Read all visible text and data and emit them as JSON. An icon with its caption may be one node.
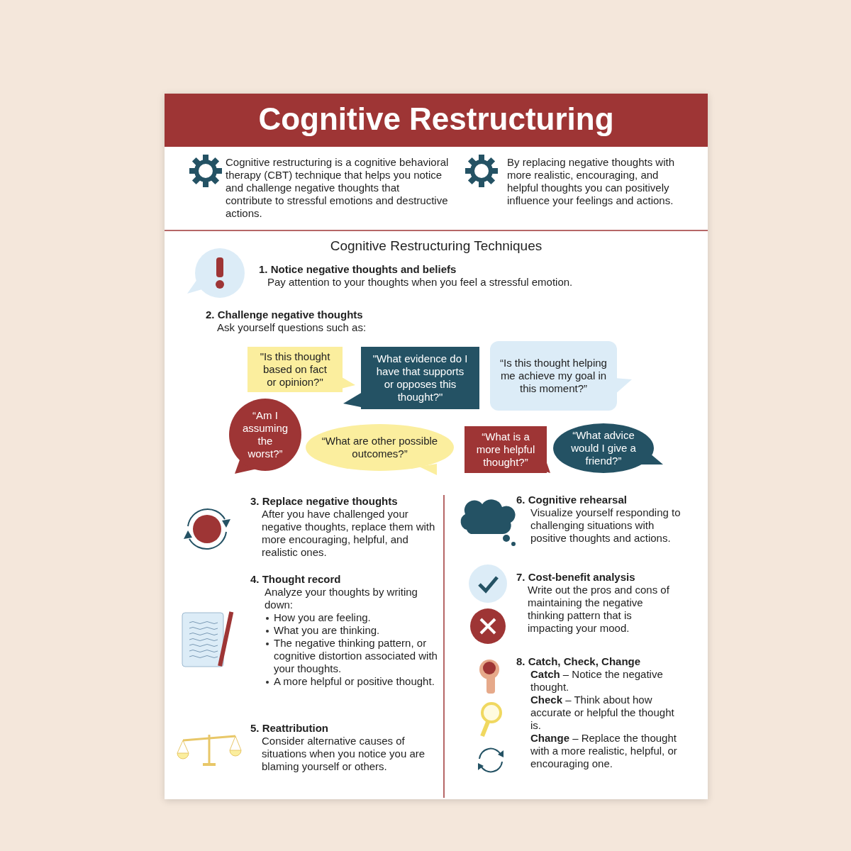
{
  "diagram": {
    "title": "Cognitive Restructuring",
    "nodes": [
      {
        "text": [
          "\"Is this thought based on fact or opinion?\""
        ]
      },
      {
        "text": [
          "\"What evidence do I have that supports or opposes this thought?\""
        ]
      },
      {
        "text": [
          "“Is this thought helping me achieve my goal in this moment?”"
        ]
      },
      {
        "text": [
          "“Am I assuming the worst?”"
        ]
      },
      {
        "text": [
          "“What are other possible outcomes?”"
        ]
      },
      {
        "text": [
          "“What is a more helpful thought?”"
        ]
      },
      {
        "text": [
          "“What advice would I give a friend?”"
        ]
      }
    ],
    "labels": [
      "Cognitive restructuring is a cognitive behavioral therapy (CBT) technique that helps you notice and challenge negative thoughts that contribute to stressful emotions and destructive actions.",
      "By replacing negative thoughts with more realistic, encouraging, and helpful thoughts you can positively influence your feelings and actions.",
      "Cognitive Restructuring Techniques",
      "1. Notice negative thoughts and beliefs",
      "Pay attention to your thoughts when you feel a stressful emotion.",
      "2. Challenge negative thoughts",
      "Ask yourself questions such as:",
      "3. Replace negative thoughts",
      "After you have challenged your negative thoughts, replace them with more encouraging, helpful, and realistic ones.",
      "4. Thought record",
      "Analyze your thoughts by writing down:",
      "How you are feeling.",
      "What you are thinking.",
      "The negative thinking pattern, or cognitive distortion associated with your thoughts.",
      "A more helpful or positive thought.",
      "5. Reattribution",
      "Consider alternative causes of situations when you notice you are blaming yourself or others.",
      "6. Cognitive rehearsal",
      "Visualize yourself responding to challenging situations with positive thoughts and actions.",
      "7. Cost-benefit analysis",
      "Write out the pros and cons of maintaining the negative thinking pattern that is impacting your mood.",
      "8. Catch, Check, Change",
      "**Catch** – Notice the negative thought.",
      "**Check** – Think about how accurate or helpful the thought is.",
      "**Change** – Replace the thought with a more realistic, helpful, or encouraging one."
    ]
  }
}
